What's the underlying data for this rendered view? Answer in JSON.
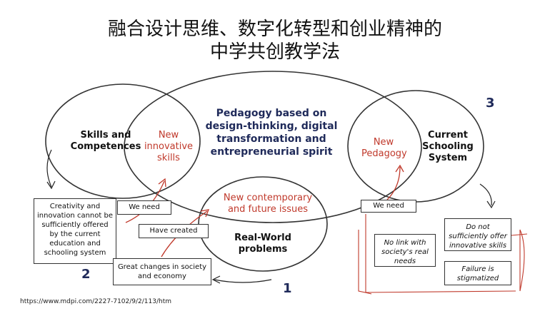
{
  "title": {
    "line1": "融合设计思维、数字化转型和创业精神的",
    "line2": "中学共创教学法"
  },
  "circles": {
    "skills": "Skills and Competences",
    "center": "Pedagogy based on design-thinking, digital transformation and entrepreneurial spirit",
    "schooling": "Current Schooling System",
    "realworld": "Real-World problems"
  },
  "overlaps": {
    "new_skills": "New innovative skills",
    "new_pedagogy": "New Pedagogy",
    "new_issues": "New contemporary and future issues"
  },
  "boxes": {
    "creativity": "Creativity and innovation cannot be sufficiently offered by the current education and schooling system",
    "we_need_left": "We need",
    "have_created": "Have created",
    "great_changes": "Great changes in society and economy",
    "we_need_right": "We need",
    "no_link": "No link with society's real needs",
    "do_not_offer": "Do not sufficiently offer innovative skills",
    "failure": "Failure is stigmatized"
  },
  "numbers": {
    "n1": "1",
    "n2": "2",
    "n3": "3"
  },
  "source_url": "https://www.mdpi.com/2227-7102/9/2/113/htm",
  "colors": {
    "red": "#c0392b",
    "navy": "#1f2a5a",
    "outline": "#333333"
  }
}
